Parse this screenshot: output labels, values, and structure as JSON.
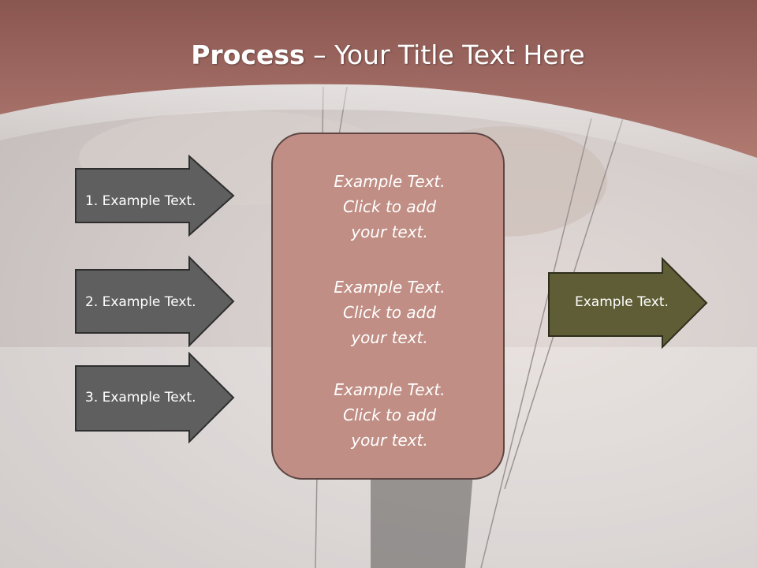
{
  "slide": {
    "title_bold": "Process",
    "title_rest": " – Your Title Text Here"
  },
  "left_arrows": [
    {
      "label": "1. Example Text."
    },
    {
      "label": "2. Example Text."
    },
    {
      "label": "3. Example Text."
    }
  ],
  "center_box": {
    "blocks": [
      {
        "lines": [
          "Example Text.",
          "Click  to add",
          "your text."
        ]
      },
      {
        "lines": [
          "Example Text.",
          "Click  to add",
          "your text."
        ]
      },
      {
        "lines": [
          "Example Text.",
          "Click  to add",
          "your text."
        ]
      }
    ]
  },
  "right_arrow": {
    "label": "Example Text."
  },
  "colors": {
    "header": "#a66b62",
    "left_arrow_fill": "#5f5f5f",
    "center_box_fill": "#c08e84",
    "right_arrow_fill": "#5f5d35"
  }
}
